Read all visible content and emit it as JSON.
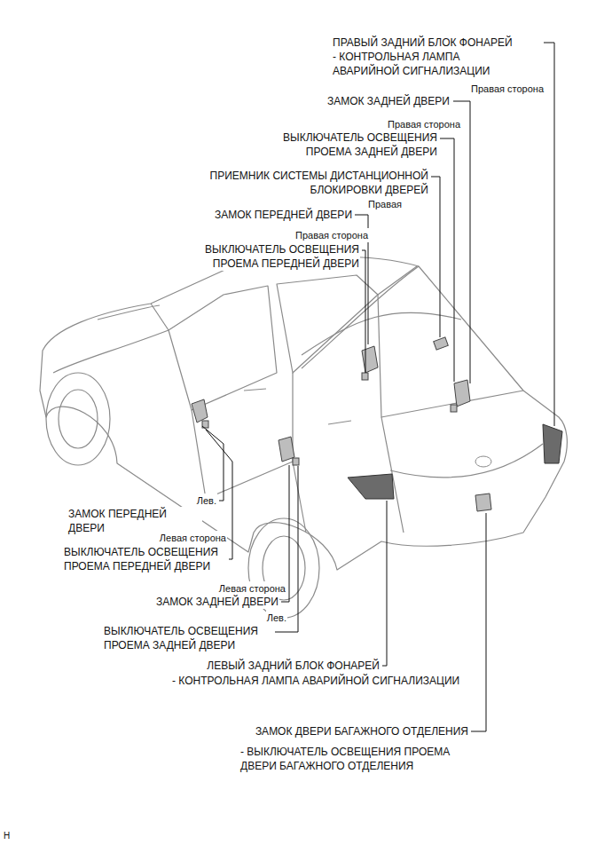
{
  "diagram": {
    "labels": [
      "ПРАВЫЙ ЗАДНИЙ БЛОК ФОНАРЕЙ",
      "- КОНТРОЛЬНАЯ ЛАМПА АВАРИЙНОЙ СИГНАЛИЗАЦИИ",
      "Правая сторона",
      "ЗАМОК ЗАДНЕЙ ДВЕРИ",
      "Правая сторона",
      "ВЫКЛЮЧАТЕЛЬ ОСВЕЩЕНИЯ ПРОЕМА ЗАДНЕЙ ДВЕРИ",
      "ПРИЕМНИК СИСТЕМЫ ДИСТАНЦИОННОЙ БЛОКИРОВКИ ДВЕРЕЙ",
      "Правая",
      "ЗАМОК ПЕРЕДНЕЙ ДВЕРИ",
      "Правая сторона",
      "ВЫКЛЮЧАТЕЛЬ ОСВЕЩЕНИЯ ПРОЕМА ПЕРЕДНЕЙ ДВЕРИ",
      "Лев.",
      "ЗАМОК ПЕРЕДНЕЙ ДВЕРИ",
      "Левая сторона",
      "ВЫКЛЮЧАТЕЛЬ ОСВЕЩЕНИЯ ПРОЕМА ПЕРЕДНЕЙ ДВЕРИ",
      "Левая сторона",
      "ЗАМОК ЗАДНЕЙ ДВЕРИ",
      "Лев.",
      "ВЫКЛЮЧАТЕЛЬ ОСВЕЩЕНИЯ ПРОЕМА ЗАДНЕЙ ДВЕРИ",
      "ЛЕВЫЙ ЗАДНИЙ БЛОК ФОНАРЕЙ",
      "- КОНТРОЛЬНАЯ ЛАМПА АВАРИЙНОЙ СИГНАЛИЗАЦИИ",
      "ЗАМОК ДВЕРИ БАГАЖНОГО ОТДЕЛЕНИЯ",
      "- ВЫКЛЮЧАТЕЛЬ ОСВЕЩЕНИЯ ПРОЕМА ДВЕРИ БАГАЖНОГО ОТДЕЛЕНИЯ",
      "H"
    ]
  }
}
